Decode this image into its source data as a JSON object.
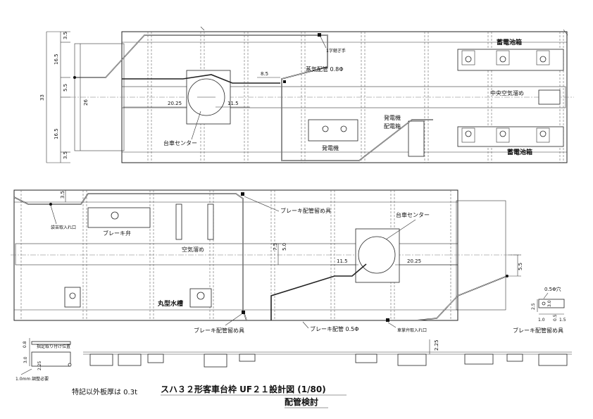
{
  "top_view": {
    "dims_left": [
      "3.5",
      "16.5",
      "5.5",
      "33",
      "26",
      "16.5",
      "3.5"
    ],
    "dim_85": "8.5",
    "dim_2025": "20.25",
    "dim_115": "11.5",
    "label_joint": "1字継ぎ手",
    "label_steam": "蒸気配管 0.8Φ",
    "label_battery_top": "蓄電池箱",
    "label_center_air": "中央空気溜め",
    "label_gen_box_1": "発電機",
    "label_gen_box_2": "配電箱",
    "label_bogie": "台車センター",
    "label_generator": "発電機",
    "label_battery_bottom": "蓄電池箱"
  },
  "bottom_view": {
    "dim_35": "3.5",
    "label_bag_inlet": "袋苦取入れ口",
    "label_brake_valve": "ブレーキ弁",
    "label_brake_clamp_top": "ブレーキ配管留め具",
    "label_bogie": "台車センター",
    "label_air_tank": "空気溜め",
    "dim_50": "5.0",
    "dim_75": "7.5",
    "dim_115": "11.5",
    "dim_2025": "20.25",
    "dim_55": "5.5",
    "label_water_tank": "丸型水槽",
    "label_brake_clamp_bottom": "ブレーキ配管留め具",
    "label_brake_pipe": "ブレーキ配管 0.5Φ",
    "label_hand_brake": "車掌弁取入れ口"
  },
  "detail": {
    "label_hole": "0.5Φ穴",
    "dims": [
      "2.5",
      "3.0",
      "1.0",
      "0.5",
      "1.5"
    ],
    "caption": "ブレーキ配管留め具"
  },
  "side_detail": {
    "dim_08": "0.8",
    "label_pos": "指定取り付け位置",
    "dim_30": "3.0",
    "dim_225": "2.25",
    "label_adjust": "1.0mm 調整必要"
  },
  "side_view": {
    "dim_225": "2.25"
  },
  "title_block": {
    "note": "特記以外板厚は 0.3t",
    "title": "スハ３２形客車台枠 UF２１設計図 (1/80)",
    "subtitle": "配管検討"
  }
}
